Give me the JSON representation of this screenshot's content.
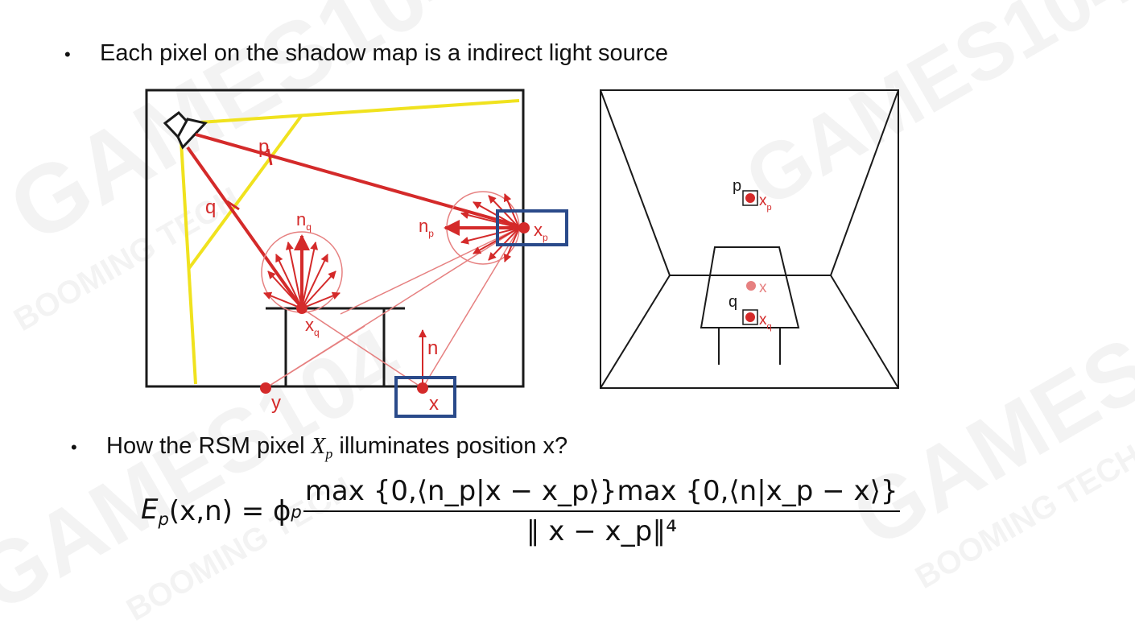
{
  "slide": {
    "bullets": [
      {
        "bullet": "•",
        "text": "Each pixel on the shadow map is  a indirect light source"
      },
      {
        "bullet": "•",
        "prefix": "How the RSM pixel ",
        "var": "X",
        "var_sub": "p",
        "suffix": " illuminates position x?"
      }
    ]
  },
  "left_figure": {
    "labels": {
      "p": "p",
      "q": "q",
      "n_q": "n",
      "n_q_sub": "q",
      "n_p": "n",
      "n_p_sub": "p",
      "x_p": "x",
      "x_p_sub": "p",
      "x_q": "x",
      "x_q_sub": "q",
      "n": "n",
      "y": "y",
      "x": "x"
    },
    "colors": {
      "ray": "#d42a2a",
      "light_cone": "#f0e21e",
      "highlight_box": "#2a4a8a",
      "wall": "#1a1a1a"
    }
  },
  "right_figure": {
    "labels": {
      "p": "p",
      "x_p": "x",
      "x_p_sub": "p",
      "q": "q",
      "x": "x",
      "x_q": "x",
      "x_q_sub": "q"
    }
  },
  "formula": {
    "lhs": "E",
    "lhs_sub": "p",
    "lhs_args": "(x,n) = ϕ",
    "phi_sub": "p",
    "numerator": "max {0,⟨n_p|x − x_p⟩}max {0,⟨n|x_p − x⟩}",
    "denominator": "∥ x − x_p∥⁴"
  },
  "watermarks": [
    "GAMES104",
    "BOOMING TECH",
    "GAMES104",
    "BOOMING TECH",
    "GAMES104",
    "BOOMING TECH",
    "GAMES104"
  ]
}
